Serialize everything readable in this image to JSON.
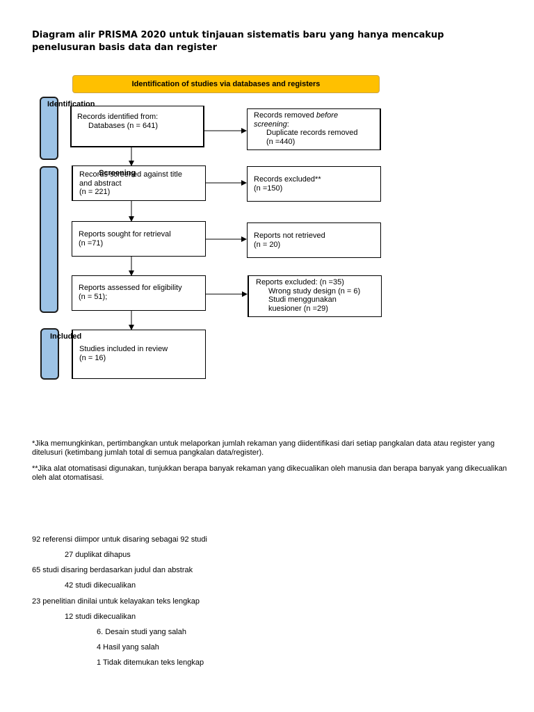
{
  "title": "Diagram alir PRISMA 2020 untuk tinjauan sistematis baru yang hanya mencakup penelusuran basis data dan register",
  "banner": "Identification of studies via databases and registers",
  "phases": {
    "identification": "Identification",
    "screening": "Screening",
    "included": "Included"
  },
  "boxes": {
    "identified": {
      "line1": "Records identified from:",
      "line2": "Databases (n = 641)"
    },
    "removed": {
      "line1a": "Records removed ",
      "line1b": "before",
      "line2": "screening",
      "line2b": ":",
      "line3": "Duplicate records removed",
      "line4": "(n =440)"
    },
    "screened": {
      "line1": "Records screened against title",
      "line2": "and abstract",
      "line3": "(n = 221)"
    },
    "excluded": {
      "line1": "Records excluded**",
      "line2": "(n =150)"
    },
    "sought": {
      "line1": "Reports sought for retrieval",
      "line2": "(n =71)"
    },
    "not_retrieved": {
      "line1": "Reports not retrieved",
      "line2": "(n = 20)"
    },
    "assessed": {
      "line1": "Reports assessed for eligibility",
      "line2": "(n = 51);"
    },
    "reports_excluded": {
      "line1": "Reports excluded: (n =35)",
      "line2": "Wrong study design (n = 6)",
      "line3": "Studi menggunakan",
      "line4": "kuesioner (n =29)"
    },
    "included": {
      "line1": "Studies included in review",
      "line2": "(n = 16)"
    }
  },
  "footnotes": [
    "*Jika memungkinkan, pertimbangkan untuk melaporkan jumlah rekaman yang diidentifikasi dari setiap pangkalan data atau register yang ditelusuri (ketimbang jumlah total di semua pangkalan data/register).",
    "**Jika alat otomatisasi digunakan, tunjukkan berapa banyak rekaman yang dikecualikan oleh manusia dan berapa banyak yang dikecualikan oleh alat otomatisasi."
  ],
  "notes": [
    "92 referensi diimpor untuk disaring sebagai 92 studi",
    "27 duplikat dihapus",
    "65 studi disaring berdasarkan judul dan abstrak",
    "42 studi dikecualikan",
    "23 penelitian dinilai untuk kelayakan teks lengkap",
    "12 studi dikecualikan",
    "6. Desain studi yang salah",
    "4 Hasil yang salah",
    "1 Tidak ditemukan teks lengkap"
  ]
}
